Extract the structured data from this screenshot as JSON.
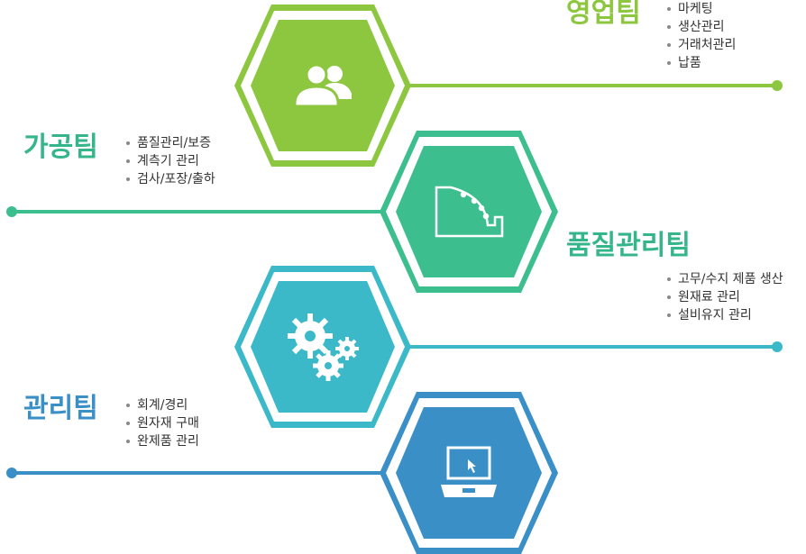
{
  "teams": [
    {
      "name": "영업팀",
      "color": "#8dc63f",
      "icon": "users-icon",
      "duties": [
        "마케팅",
        "생산관리",
        "거래처관리",
        "납품"
      ]
    },
    {
      "name": "가공팀",
      "color": "#35b68a",
      "icon": "machine-icon",
      "duties": [
        "품질관리/보증",
        "계측기 관리",
        "검사/포장/출하"
      ]
    },
    {
      "name": "품질관리팀",
      "color": "#35b68a",
      "icon": "gears-icon",
      "duties": [
        "고무/수지 제품 생산",
        "원재료 관리",
        "설비유지 관리"
      ]
    },
    {
      "name": "관리팀",
      "color": "#3a8fc7",
      "icon": "laptop-icon",
      "duties": [
        "회계/경리",
        "원자재 구매",
        "완제품 관리"
      ]
    }
  ],
  "hex_colors": {
    "green": "#8dc63f",
    "teal": "#3dbe8e",
    "cyan": "#3bb9c9",
    "blue": "#3a8fc7"
  }
}
